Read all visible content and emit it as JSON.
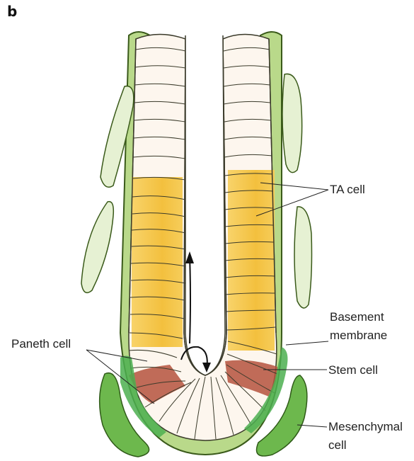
{
  "figure": {
    "panel_letter": "b",
    "labels": {
      "ta_cell": "TA cell",
      "basement_membrane_line1": "Basement",
      "basement_membrane_line2": "membrane",
      "paneth_cell": "Paneth cell",
      "stem_cell": "Stem cell",
      "mesenchymal_line1": "Mesenchymal",
      "mesenchymal_line2": "cell"
    },
    "colors": {
      "membrane_green": "#b9d98a",
      "membrane_outline": "#3a5a1a",
      "cell_cream": "#fdf6ee",
      "ta_yellow": "#f4c647",
      "stem_red": "#b5523d",
      "mesenchymal_dark": "#5fa845",
      "mesenchymal_light": "#e6f1d3",
      "paneth_green": "#4caf50"
    }
  }
}
